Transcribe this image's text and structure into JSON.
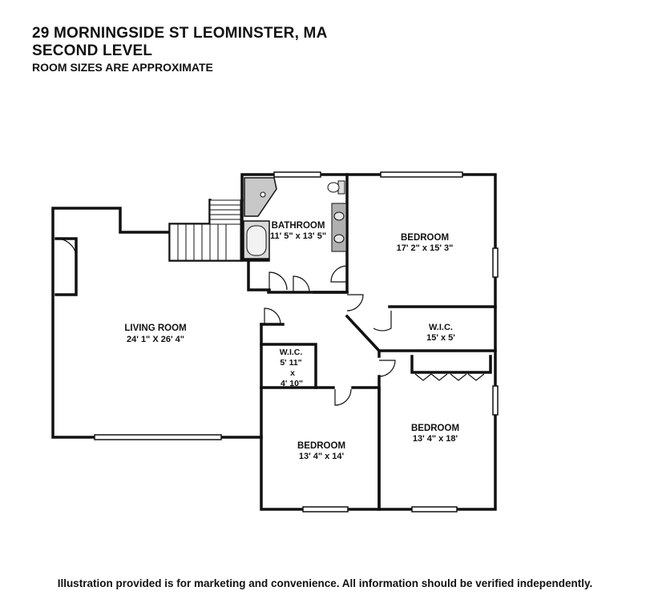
{
  "header": {
    "address": "29 MORNINGSIDE ST LEOMINSTER, MA",
    "level": "SECOND LEVEL",
    "note": "ROOM SIZES ARE APPROXIMATE"
  },
  "rooms": {
    "living_room": {
      "name": "LIVING ROOM",
      "size": "24' 1\" X 26' 4\""
    },
    "bathroom": {
      "name": "BATHROOM",
      "size": "11' 5\" x 13' 5\""
    },
    "bedroom_1": {
      "name": "BEDROOM",
      "size": "17' 2\" x 15' 3\""
    },
    "wic_1": {
      "name": "W.I.C.",
      "size": "15' x 5'"
    },
    "wic_2": {
      "name": "W.I.C.",
      "size_line1": "5' 11\"",
      "size_line2": "x",
      "size_line3": "4' 10\""
    },
    "bedroom_2": {
      "name": "BEDROOM",
      "size": "13' 4\" x 14'"
    },
    "bedroom_3": {
      "name": "BEDROOM",
      "size": "13' 4\" x 18'"
    }
  },
  "footer": {
    "disclaimer": "Illustration provided is for marketing and convenience. All information should be verified independently."
  }
}
